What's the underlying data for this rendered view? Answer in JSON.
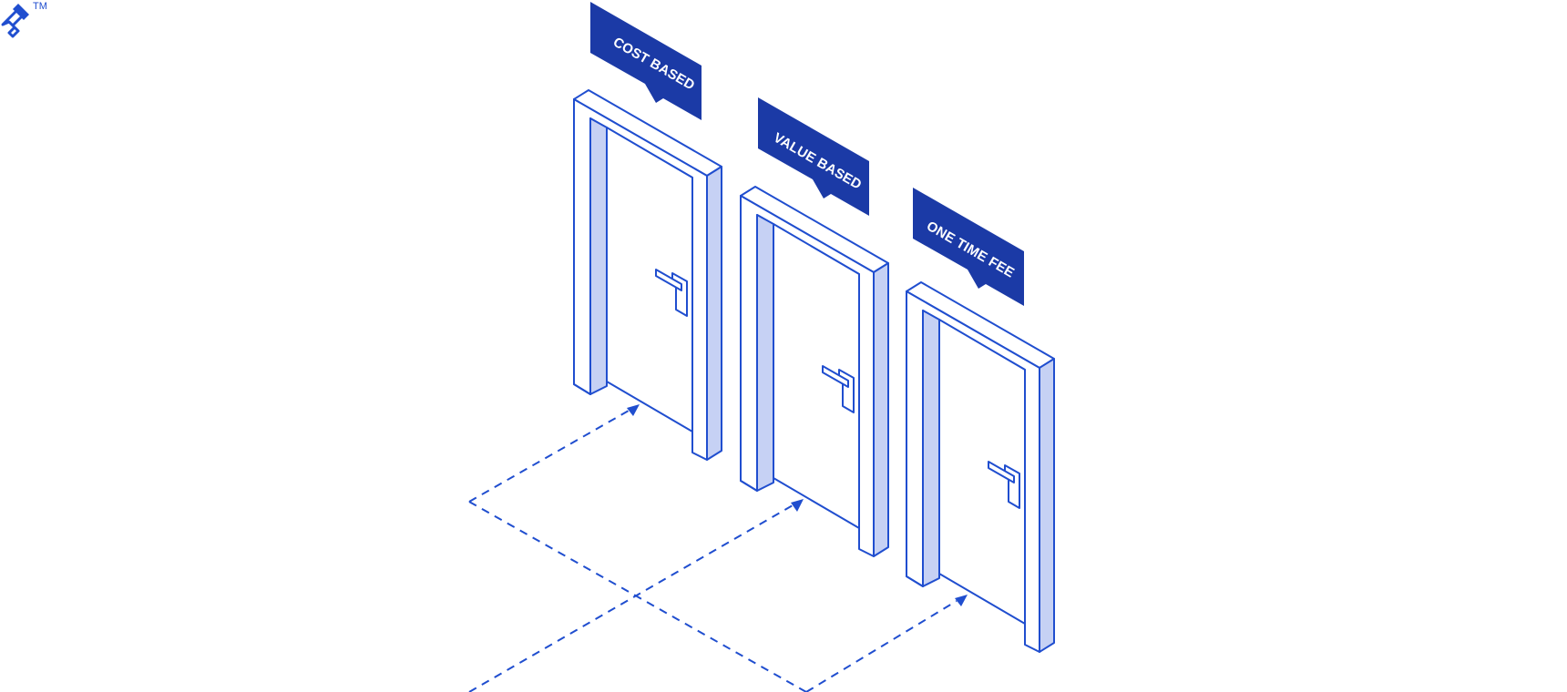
{
  "brand": {
    "logo_icon": "toptal-logo-icon",
    "trademark": "TM"
  },
  "doors": [
    {
      "label": "COST BASED"
    },
    {
      "label": "VALUE BASED"
    },
    {
      "label": "ONE TIME FEE"
    }
  ],
  "colors": {
    "primary": "#204ecf",
    "label_fill": "#1b3aa6",
    "shade": "#c6d1f4",
    "background": "#ffffff"
  }
}
